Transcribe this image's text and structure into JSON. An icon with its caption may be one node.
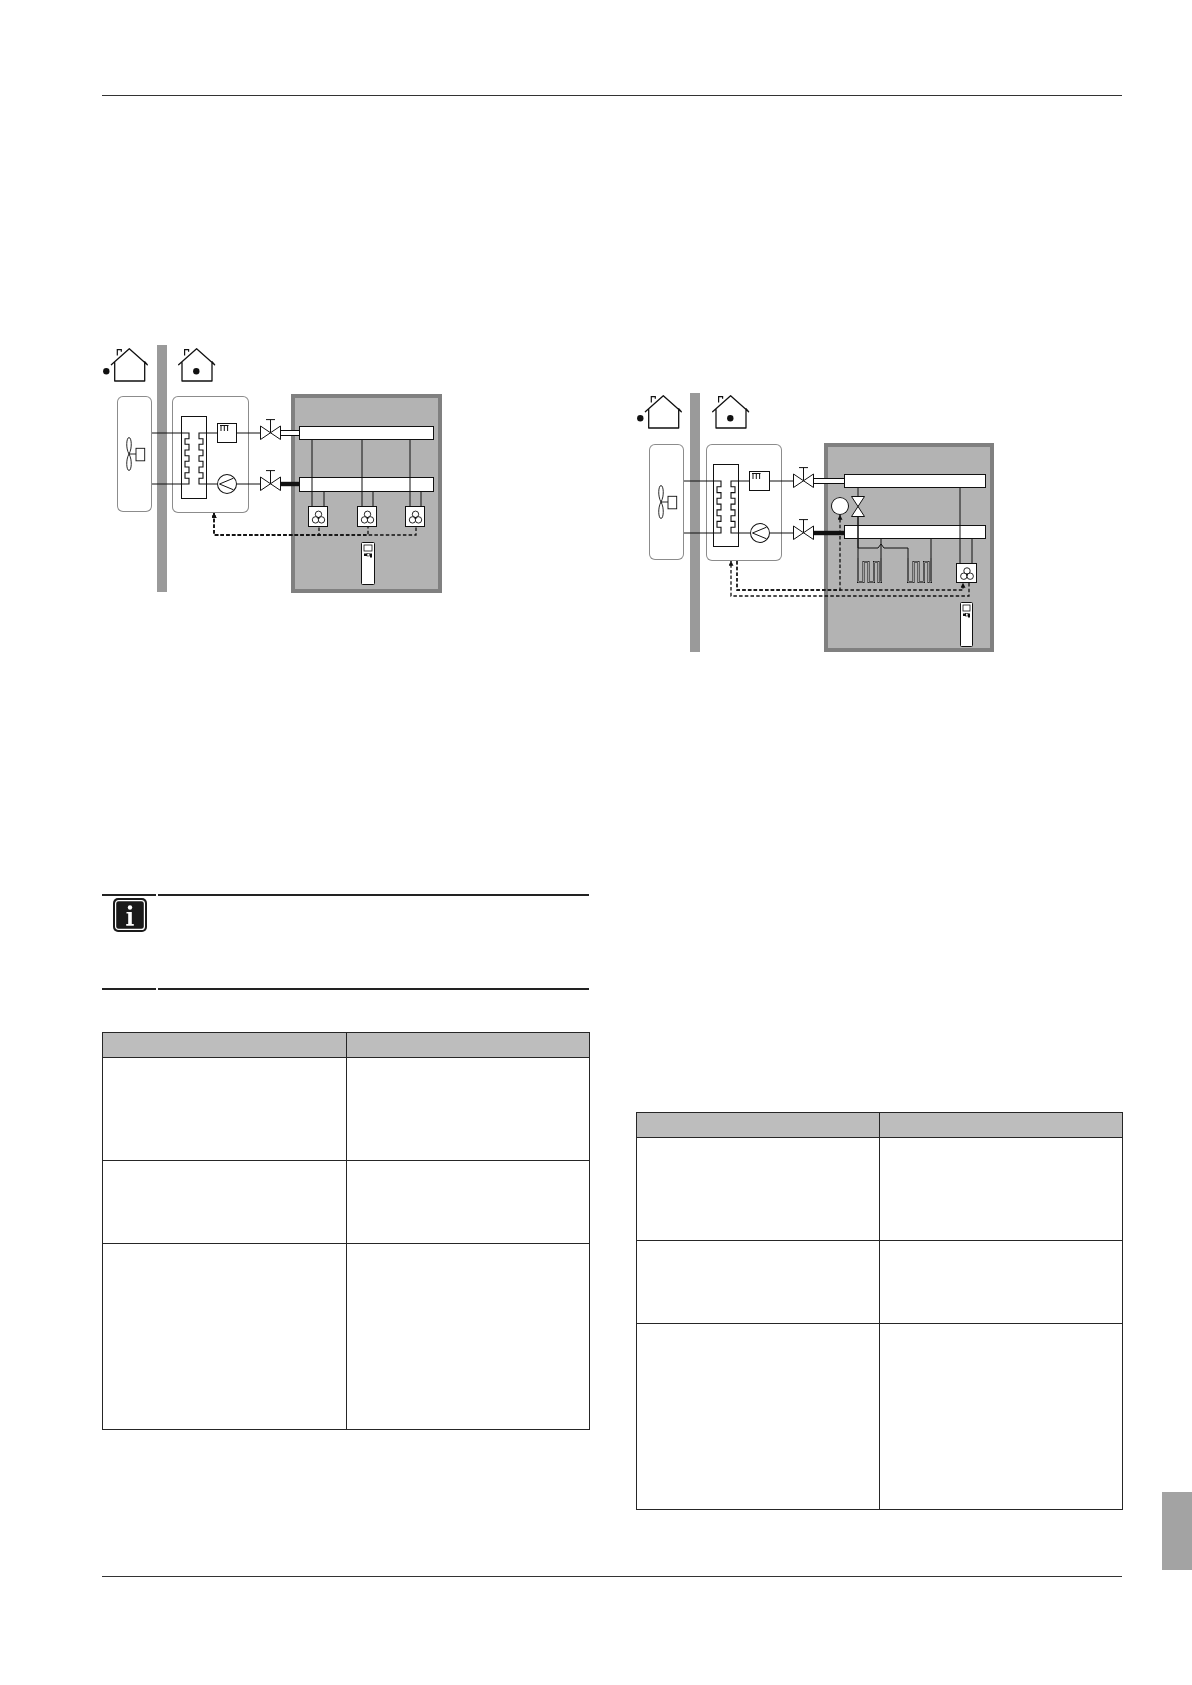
{
  "diagram": {
    "nodes": [
      {
        "text": [],
        "shape": "box"
      },
      {
        "text": [],
        "shape": "box"
      },
      {
        "text": [],
        "shape": "box",
        "in": 1
      },
      {
        "text": [],
        "shape": "box",
        "in": 1
      },
      {
        "text": [],
        "shape": "circle",
        "in": 1
      },
      {
        "text": [],
        "shape": "valve"
      },
      {
        "text": [],
        "shape": "valve"
      },
      {
        "text": [],
        "shape": "box"
      },
      {
        "text": [],
        "shape": "bar",
        "in": 7
      },
      {
        "text": [],
        "shape": "bar",
        "in": 7
      },
      {
        "text": [],
        "shape": "box",
        "in": 7
      },
      {
        "text": [],
        "shape": "box",
        "in": 7
      },
      {
        "text": [],
        "shape": "box",
        "in": 7
      },
      {
        "text": [],
        "shape": "box"
      },
      {
        "text": [],
        "shape": "box"
      },
      {
        "text": [],
        "shape": "box",
        "in": 14
      },
      {
        "text": [],
        "shape": "box",
        "in": 14
      },
      {
        "text": [],
        "shape": "circle",
        "in": 14
      },
      {
        "text": [],
        "shape": "valve"
      },
      {
        "text": [],
        "shape": "valve"
      },
      {
        "text": [],
        "shape": "box"
      },
      {
        "text": [],
        "shape": "bar",
        "in": 20
      },
      {
        "text": [],
        "shape": "bar",
        "in": 20
      },
      {
        "text": [],
        "shape": "circle",
        "in": 20
      },
      {
        "text": [],
        "shape": "valve",
        "in": 20
      },
      {
        "text": [],
        "shape": "coil",
        "in": 20
      },
      {
        "text": [],
        "shape": "coil",
        "in": 20
      },
      {
        "text": [],
        "shape": "box",
        "in": 20
      },
      {
        "text": [],
        "shape": "bar"
      }
    ],
    "edges": [
      {
        "from": 0,
        "to": 2,
        "arrow": "none"
      },
      {
        "from": 0,
        "to": 2,
        "arrow": "none"
      },
      {
        "from": 2,
        "to": 3,
        "arrow": "none"
      },
      {
        "from": 3,
        "to": 5,
        "arrow": "none"
      },
      {
        "from": 5,
        "to": 8,
        "arrow": "none",
        "style": "thick",
        "color": "#ffffff"
      },
      {
        "from": 2,
        "to": 4,
        "arrow": "none"
      },
      {
        "from": 4,
        "to": 6,
        "arrow": "none"
      },
      {
        "from": 6,
        "to": 9,
        "arrow": "none",
        "style": "thick"
      },
      {
        "from": 8,
        "to": 10,
        "arrow": "none"
      },
      {
        "from": 8,
        "to": 11,
        "arrow": "none"
      },
      {
        "from": 8,
        "to": 12,
        "arrow": "none"
      },
      {
        "from": 9,
        "to": 10,
        "arrow": "none"
      },
      {
        "from": 9,
        "to": 11,
        "arrow": "none"
      },
      {
        "from": 9,
        "to": 12,
        "arrow": "none"
      },
      {
        "from": 10,
        "to": 1,
        "arrow": "to",
        "style": "dashed"
      },
      {
        "from": 11,
        "to": 1,
        "arrow": "to",
        "style": "dashed"
      },
      {
        "from": 12,
        "to": 1,
        "arrow": "to",
        "style": "dashed"
      },
      {
        "from": 13,
        "to": 15,
        "arrow": "none"
      },
      {
        "from": 13,
        "to": 15,
        "arrow": "none"
      },
      {
        "from": 15,
        "to": 16,
        "arrow": "none"
      },
      {
        "from": 16,
        "to": 18,
        "arrow": "none"
      },
      {
        "from": 18,
        "to": 21,
        "arrow": "none",
        "style": "thick",
        "color": "#ffffff"
      },
      {
        "from": 15,
        "to": 17,
        "arrow": "none"
      },
      {
        "from": 17,
        "to": 19,
        "arrow": "none"
      },
      {
        "from": 19,
        "to": 22,
        "arrow": "none",
        "style": "thick"
      },
      {
        "from": 21,
        "to": 24,
        "arrow": "none"
      },
      {
        "from": 24,
        "to": 25,
        "arrow": "none"
      },
      {
        "from": 24,
        "to": 26,
        "arrow": "none"
      },
      {
        "from": 25,
        "to": 22,
        "arrow": "none"
      },
      {
        "from": 26,
        "to": 22,
        "arrow": "none"
      },
      {
        "from": 21,
        "to": 27,
        "arrow": "none"
      },
      {
        "from": 22,
        "to": 27,
        "arrow": "none"
      },
      {
        "from": 14,
        "to": 27,
        "arrow": "to",
        "style": "dashed"
      },
      {
        "from": 14,
        "to": 23,
        "arrow": "to",
        "style": "dashed"
      },
      {
        "from": 27,
        "to": 14,
        "arrow": "to",
        "style": "dashed"
      }
    ]
  }
}
